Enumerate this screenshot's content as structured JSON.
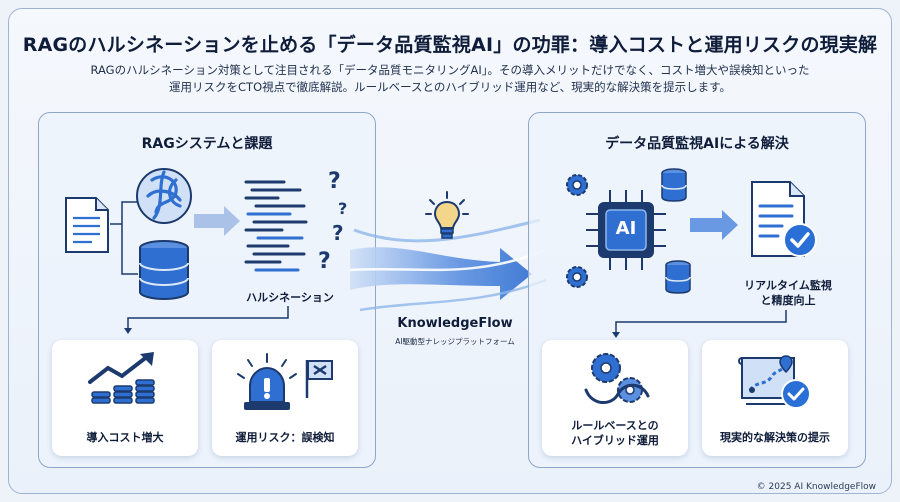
{
  "header": {
    "title": "RAGのハルシネーションを止める「データ品質監視AI」の功罪：導入コストと運用リスクの現実解",
    "subtitle_line1": "RAGのハルシネーション対策として注目される「データ品質モニタリングAI」。その導入メリットだけでなく、コスト増大や誤検知といった",
    "subtitle_line2": "運用リスクをCTO視点で徹底解説。ルールベースとのハイブリッド運用など、現実的な解決策を提示します。"
  },
  "left_panel": {
    "title": "RAGシステムと課題",
    "hallucination_label": "ハルシネーション",
    "cards": [
      {
        "label": "導入コスト増大"
      },
      {
        "label": "運用リスク：誤検知"
      }
    ]
  },
  "center": {
    "brand_name": "KnowledgeFlow",
    "brand_tagline": "AI駆動型ナレッジプラットフォーム"
  },
  "right_panel": {
    "title": "データ品質監視AIによる解決",
    "chip_text": "AI",
    "monitor_label_line1": "リアルタイム監視",
    "monitor_label_line2": "と精度向上",
    "cards": [
      {
        "label_line1": "ルールベースとの",
        "label_line2": "ハイブリッド運用"
      },
      {
        "label_line1": "現実的な解決策の提示"
      }
    ]
  },
  "footer": {
    "copyright": "© 2025 AI KnowledgeFlow"
  },
  "colors": {
    "primary_blue": "#2f6fd1",
    "dark_navy": "#1c3a6e",
    "light_blue": "#8fb6ea",
    "check_blue": "#2a6fd6"
  }
}
